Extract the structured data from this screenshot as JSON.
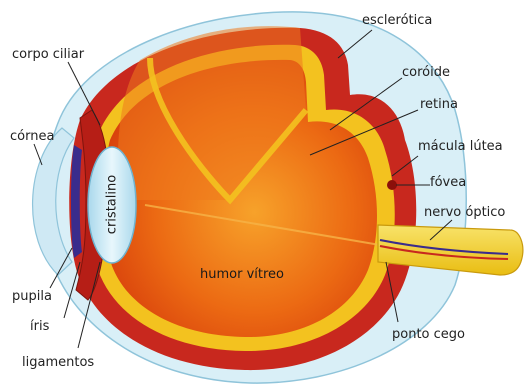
{
  "labels": {
    "esclerotica": "esclerótica",
    "coroide": "coróide",
    "retina": "retina",
    "macula_lutea": "mácula lútea",
    "fovea": "fóvea",
    "nervo_optico": "nervo óptico",
    "corpo_ciliar": "corpo ciliar",
    "cornea": "córnea",
    "cristalino": "cristalino",
    "humor_vitreo": "humor vítreo",
    "pupila": "pupila",
    "iris": "íris",
    "ligamentos": "ligamentos",
    "ponto_cego": "ponto cego"
  },
  "colors": {
    "sclera_outer": "#cde8f2",
    "choroid": "#c8281e",
    "retina": "#f3c21f",
    "vitreous": "#e8590f",
    "lens": "#bfe3f1",
    "nerve": "#f5d73a"
  }
}
